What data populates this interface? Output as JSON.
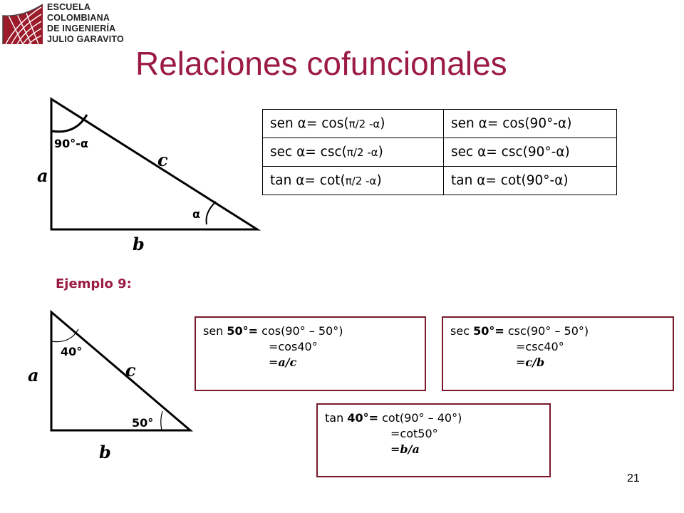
{
  "logo": {
    "lines": [
      "ESCUELA",
      "COLOMBIANA",
      "DE INGENIERÍA",
      "JULIO GARAVITO"
    ]
  },
  "title": "Relaciones cofuncionales",
  "triangle1": {
    "side_a": "a",
    "side_b": "b",
    "side_c": "c",
    "top_angle": "90°-α",
    "bottom_angle": "α"
  },
  "identities": {
    "rows": [
      {
        "col1_pre": "sen α= cos(",
        "col1_arg": "π/2 -α",
        "col1_post": ")",
        "col2": "sen α= cos(90°-α)"
      },
      {
        "col1_pre": "sec α= csc(",
        "col1_arg": "π/2 -α",
        "col1_post": ")",
        "col2": "sec α= csc(90°-α)"
      },
      {
        "col1_pre": "tan α= cot(",
        "col1_arg": "π/2 -α",
        "col1_post": ")",
        "col2": "tan α= cot(90°-α)"
      }
    ]
  },
  "example": {
    "heading": "Ejemplo 9:",
    "triangle2": {
      "side_a": "a",
      "side_b": "b",
      "side_c": "c",
      "top_angle": "40°",
      "bottom_angle": "50°"
    },
    "box_sen": {
      "l1_pre": "sen ",
      "l1_bold": "50°=",
      "l1_post": " cos(90° – 50°)",
      "l2": "=cos40°",
      "l3_eq": "=",
      "l3_frac": "a/c"
    },
    "box_sec": {
      "l1_pre": "sec ",
      "l1_bold": "50°=",
      "l1_post": " csc(90° – 50°)",
      "l2": "=csc40°",
      "l3_eq": "=",
      "l3_frac": "c/b"
    },
    "box_tan": {
      "l1_pre": "tan ",
      "l1_bold": "40°=",
      "l1_post": " cot(90° – 40°)",
      "l2": "=cot50°",
      "l3_eq": "=",
      "l3_frac": "b/a"
    }
  },
  "page_number": "21"
}
